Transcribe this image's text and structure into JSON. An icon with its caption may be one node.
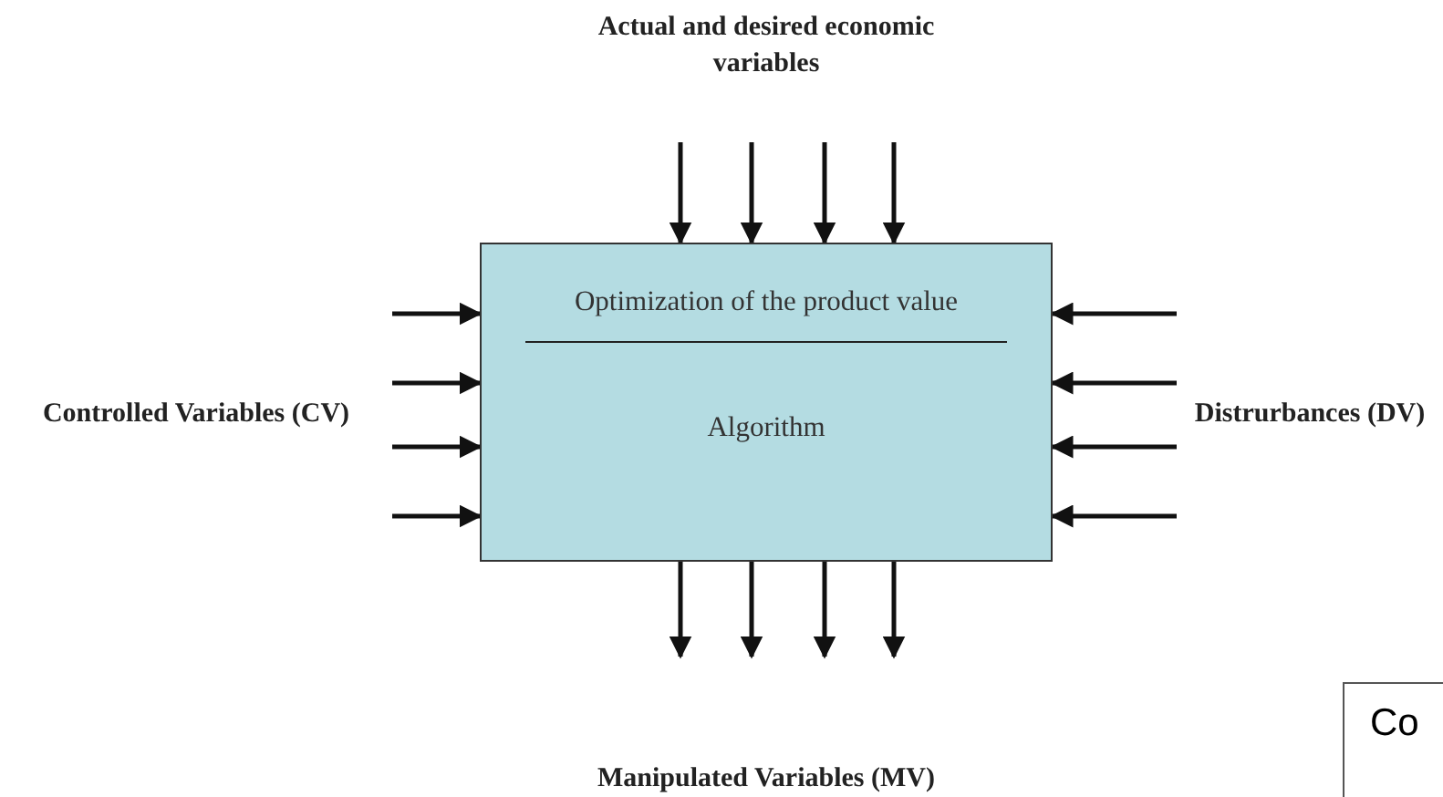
{
  "diagram": {
    "nodes": [
      {
        "text": [
          "Actual and desired economic variables"
        ]
      },
      {
        "text": [
          "Controlled Variables (CV)"
        ]
      },
      {
        "text": [
          "Optimization of the product value",
          "Algorithm"
        ]
      },
      {
        "text": [
          "Distrurbances (DV)"
        ]
      },
      {
        "text": [
          "Manipulated Variables (MV)"
        ]
      },
      {
        "text": [
          "Co"
        ]
      }
    ],
    "edges": [
      {
        "from": 0,
        "to": 2,
        "arrow": "to"
      },
      {
        "from": 0,
        "to": 2,
        "arrow": "to"
      },
      {
        "from": 0,
        "to": 2,
        "arrow": "to"
      },
      {
        "from": 0,
        "to": 2,
        "arrow": "to"
      },
      {
        "from": 1,
        "to": 2,
        "arrow": "to"
      },
      {
        "from": 1,
        "to": 2,
        "arrow": "to"
      },
      {
        "from": 1,
        "to": 2,
        "arrow": "to"
      },
      {
        "from": 1,
        "to": 2,
        "arrow": "to"
      },
      {
        "from": 3,
        "to": 2,
        "arrow": "to"
      },
      {
        "from": 3,
        "to": 2,
        "arrow": "to"
      },
      {
        "from": 3,
        "to": 2,
        "arrow": "to"
      },
      {
        "from": 3,
        "to": 2,
        "arrow": "to"
      },
      {
        "from": 2,
        "to": 4,
        "arrow": "to"
      },
      {
        "from": 2,
        "to": 4,
        "arrow": "to"
      },
      {
        "from": 2,
        "to": 4,
        "arrow": "to"
      },
      {
        "from": 2,
        "to": 4,
        "arrow": "to"
      }
    ]
  }
}
